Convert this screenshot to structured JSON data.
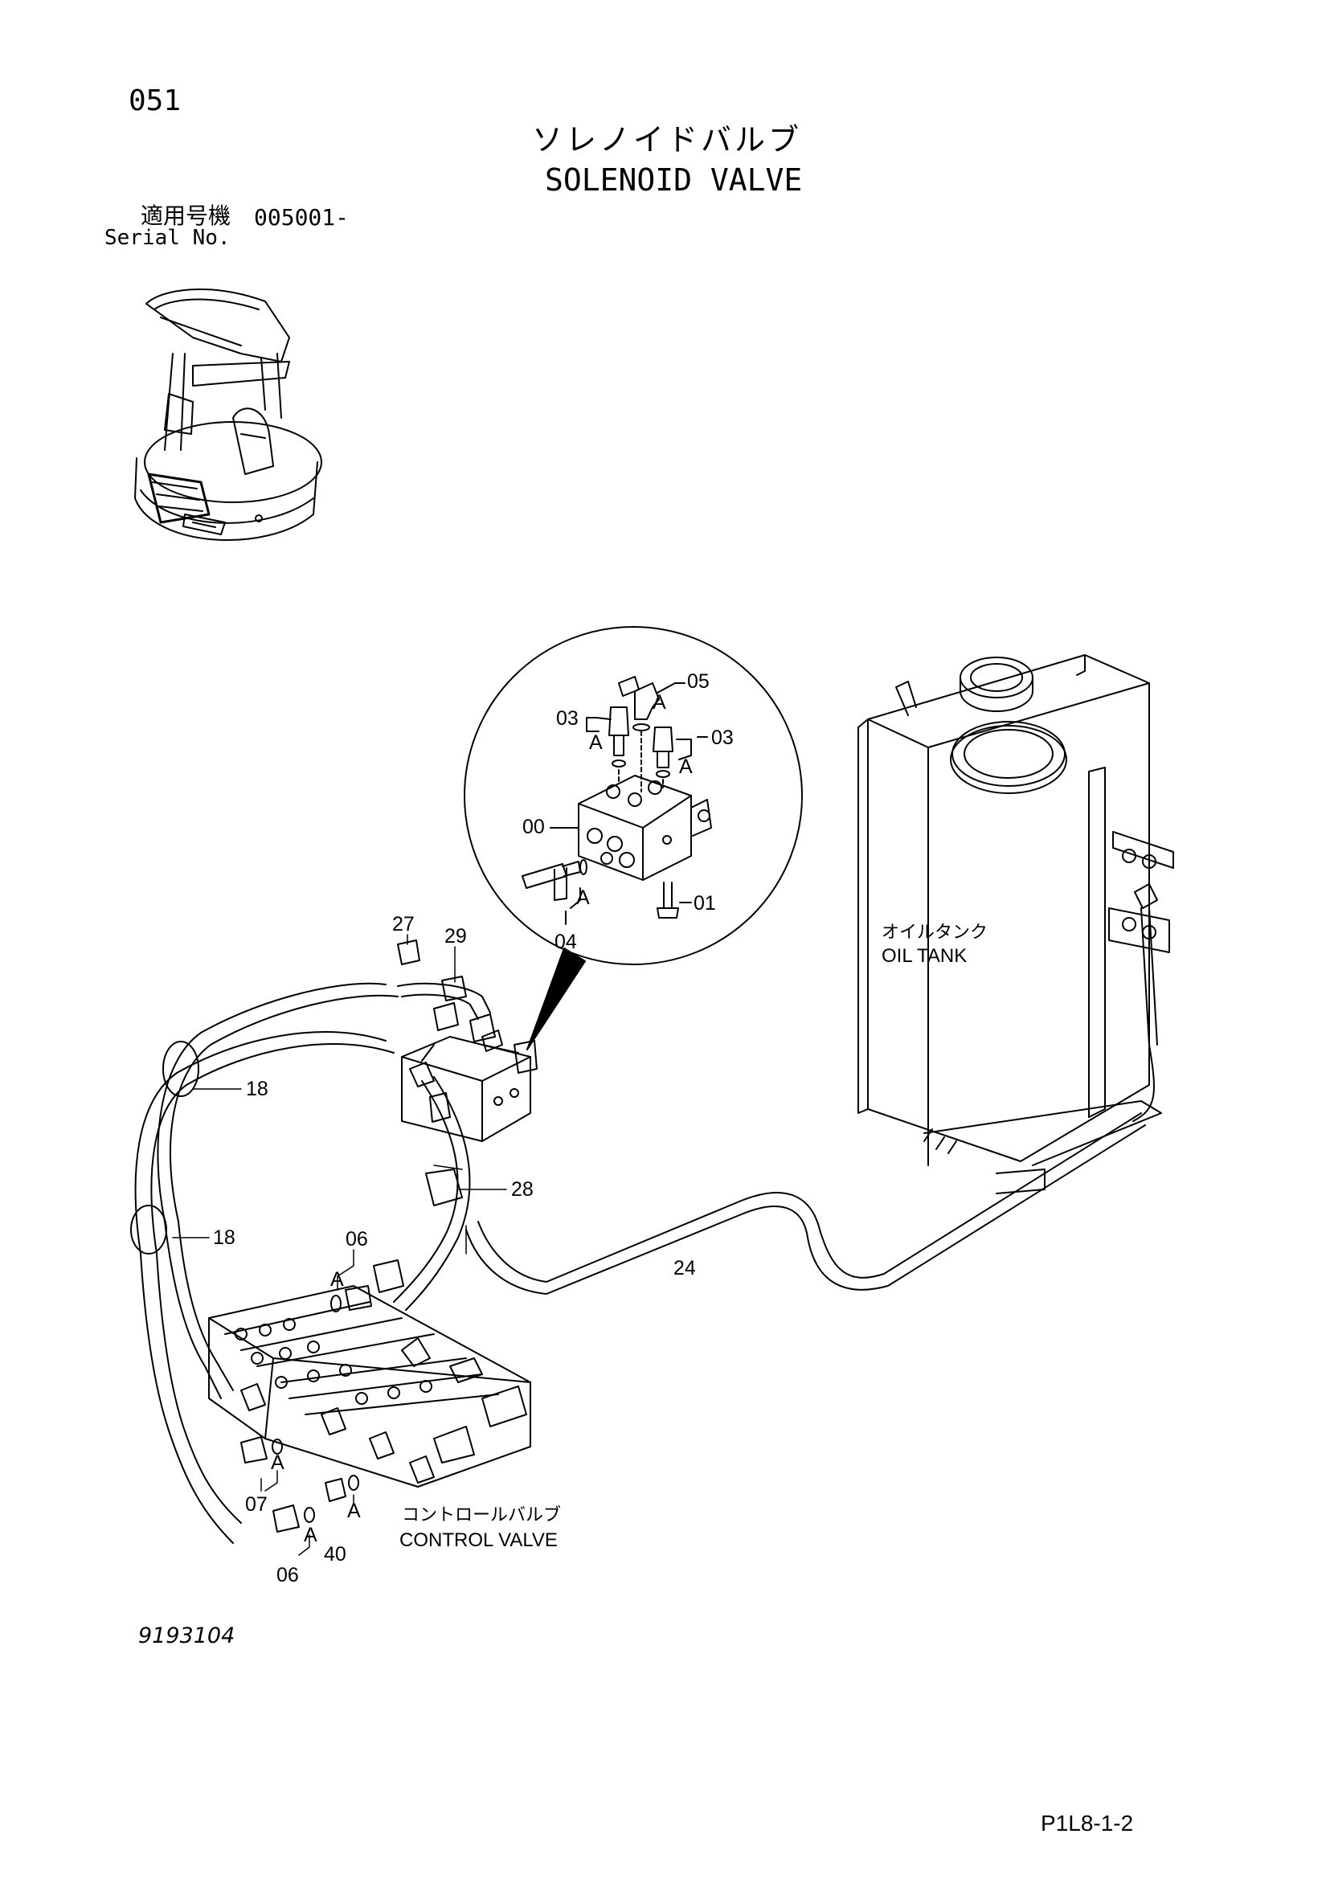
{
  "header": {
    "page_number": "051",
    "title_jp": "ソレノイドバルブ",
    "title_en": "SOLENOID VALVE",
    "serial_label_jp": "適用号機",
    "serial_value": "005001-",
    "serial_label_en": "Serial No."
  },
  "parts_labels": [
    "05",
    "03",
    "A",
    "A",
    "03",
    "A",
    "00",
    "01",
    "A",
    "04",
    "27",
    "29",
    "18",
    "28",
    "18",
    "06",
    "A",
    "24",
    "A",
    "07",
    "A",
    "A",
    "40",
    "06"
  ],
  "components": {
    "oil_tank_jp": "オイルタンク",
    "oil_tank_en": "OIL TANK",
    "control_valve_jp": "コントロールバルブ",
    "control_valve_en": "CONTROL VALVE"
  },
  "footer": {
    "drawing_number": "9193104",
    "page_code": "P1L8-1-2"
  }
}
